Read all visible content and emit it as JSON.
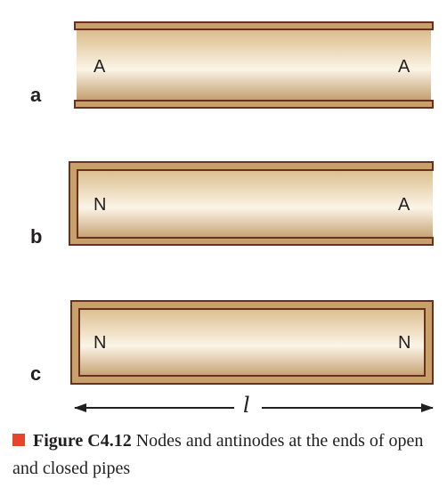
{
  "panels": [
    {
      "letter": "a",
      "left_end": "A",
      "right_end": "A"
    },
    {
      "letter": "b",
      "left_end": "N",
      "right_end": "A"
    },
    {
      "letter": "c",
      "left_end": "N",
      "right_end": "N"
    }
  ],
  "length_symbol": "l",
  "caption": {
    "label": "Figure C4.12",
    "text": "Nodes and antinodes at the ends of open and closed pipes"
  },
  "colors": {
    "pipe_border": "#6b2f1f",
    "pipe_wall": "#c8a06a",
    "pipe_gradient_top": "#d5b47e",
    "pipe_gradient_mid": "#fbf4e6",
    "pipe_gradient_bottom": "#b98e58",
    "caption_marker": "#e8432d"
  }
}
